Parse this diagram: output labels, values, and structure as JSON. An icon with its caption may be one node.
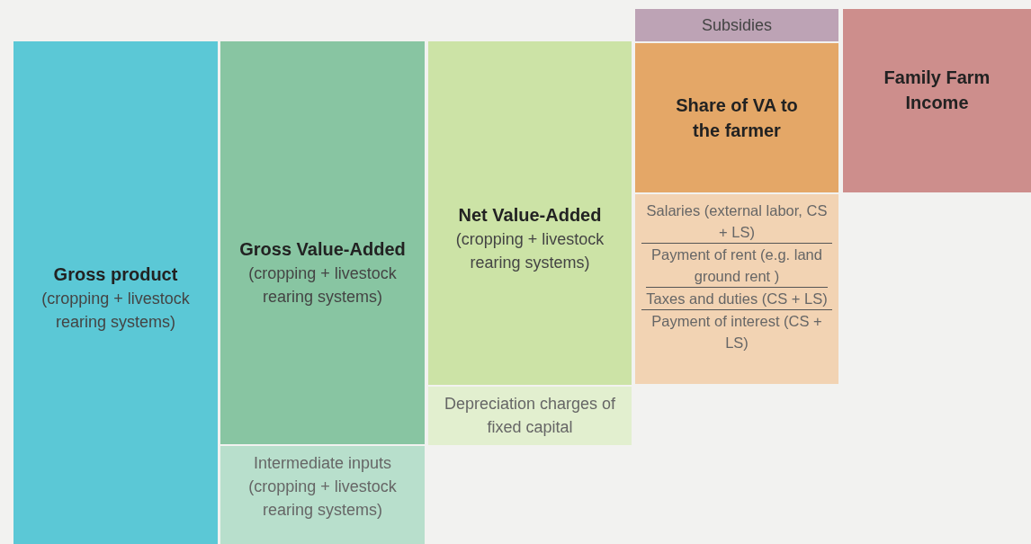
{
  "diagram": {
    "nodes": [
      {
        "text": [
          "Gross product",
          "(cropping + livestock rearing systems)"
        ]
      },
      {
        "text": [
          "Gross Value-Added",
          "(cropping + livestock rearing systems)"
        ]
      },
      {
        "text": [
          "Intermediate inputs (cropping + livestock rearing systems)"
        ]
      },
      {
        "text": [
          "Net Value-Added",
          "(cropping + livestock rearing systems)"
        ]
      },
      {
        "text": [
          "Depreciation charges of fixed capital"
        ]
      },
      {
        "text": [
          "Subsidies"
        ]
      },
      {
        "text": [
          "Share of VA to the farmer"
        ]
      },
      {
        "text": [
          "Salaries (external labor, CS + LS)",
          "Payment of rent (e.g. land ground rent )",
          "Taxes and duties (CS + LS)",
          "Payment of interest (CS + LS)"
        ]
      },
      {
        "text": [
          "Family Farm Income"
        ]
      }
    ]
  }
}
